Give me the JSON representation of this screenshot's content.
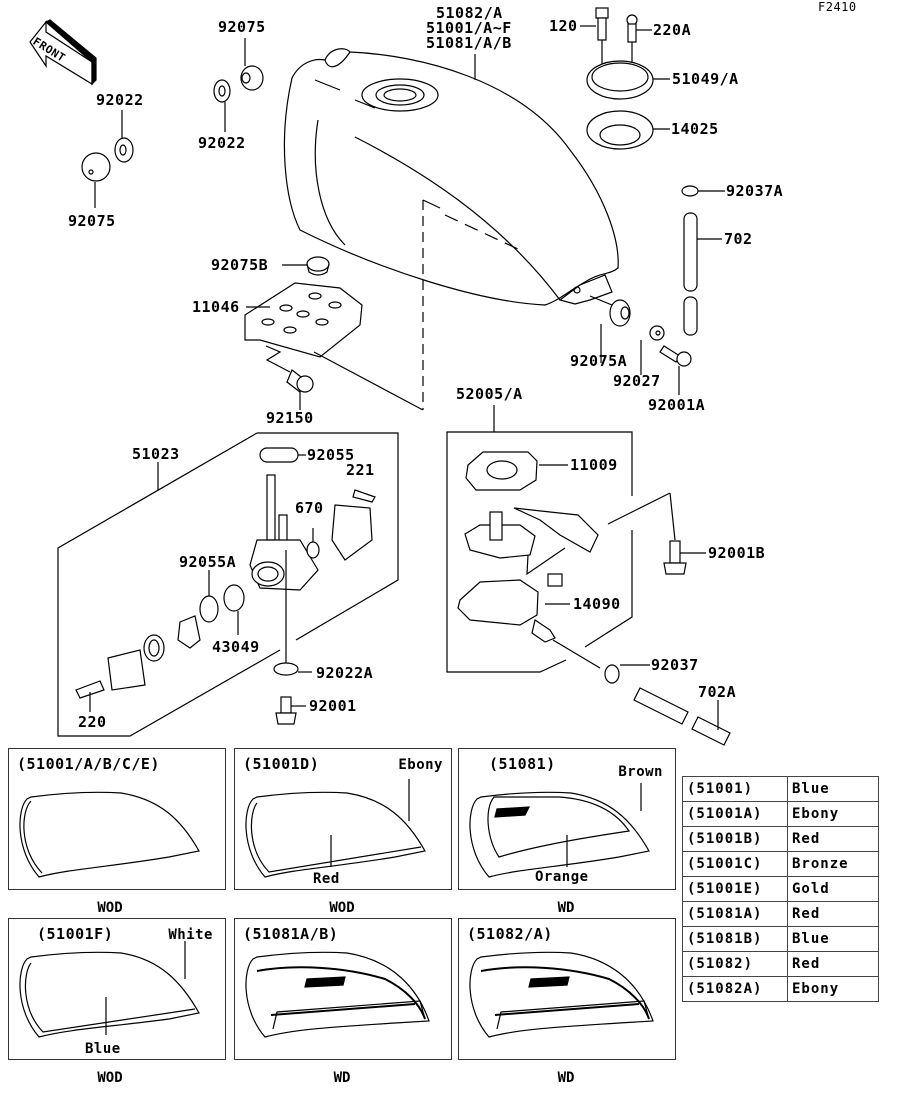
{
  "figure_code": "F2410",
  "front_indicator": "FRONT",
  "labels": {
    "tank_assy": [
      "51082/A",
      "51001/A~F",
      "51081/A/B"
    ],
    "p_120": "120",
    "p_220A": "220A",
    "p_51049A": "51049/A",
    "p_14025": "14025",
    "p_92037A": "92037A",
    "p_702": "702",
    "p_92075_top": "92075",
    "p_92022_top": "92022",
    "p_92022_left": "92022",
    "p_92075_left": "92075",
    "p_92075B": "92075B",
    "p_11046": "11046",
    "p_92150": "92150",
    "p_92075A": "92075A",
    "p_92027": "92027",
    "p_92001A": "92001A",
    "p_52005A": "52005/A",
    "p_11009": "11009",
    "p_92001B": "92001B",
    "p_14090": "14090",
    "p_92037": "92037",
    "p_702A": "702A",
    "p_51023": "51023",
    "p_92055": "92055",
    "p_221": "221",
    "p_670": "670",
    "p_92055A": "92055A",
    "p_43049": "43049",
    "p_92022A": "92022A",
    "p_92001": "92001",
    "p_220": "220"
  },
  "variant_panels": [
    {
      "title": "(51001/A/B/C/E)",
      "callouts": [],
      "code": "WOD"
    },
    {
      "title": "(51001D)",
      "callouts": [
        "Ebony",
        "Red"
      ],
      "code": "WOD"
    },
    {
      "title": "(51081)",
      "callouts": [
        "Brown",
        "Orange"
      ],
      "code": "WD"
    },
    {
      "title": "(51001F)",
      "callouts": [
        "White",
        "Blue"
      ],
      "code": "WOD"
    },
    {
      "title": "(51081A/B)",
      "callouts": [],
      "code": "WD"
    },
    {
      "title": "(51082/A)",
      "callouts": [],
      "code": "WD"
    }
  ],
  "color_table": [
    {
      "part": "(51001)",
      "color": "Blue"
    },
    {
      "part": "(51001A)",
      "color": "Ebony"
    },
    {
      "part": "(51001B)",
      "color": "Red"
    },
    {
      "part": "(51001C)",
      "color": "Bronze"
    },
    {
      "part": "(51001E)",
      "color": "Gold"
    },
    {
      "part": "(51081A)",
      "color": "Red"
    },
    {
      "part": "(51081B)",
      "color": "Blue"
    },
    {
      "part": "(51082)",
      "color": "Red"
    },
    {
      "part": "(51082A)",
      "color": "Ebony"
    }
  ]
}
